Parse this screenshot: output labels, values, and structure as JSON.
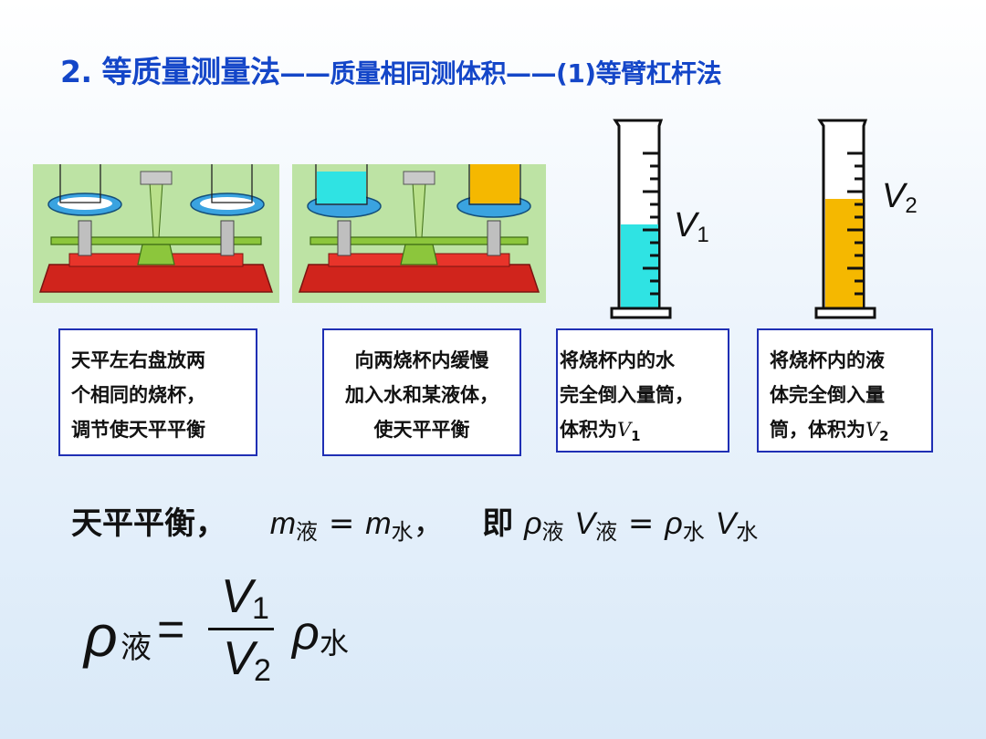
{
  "title": {
    "main": "2. 等质量测量法",
    "dash1": "——",
    "sub1": "质量相同测体积",
    "dash2": "——",
    "sub2": "(1)等臂杠杆法"
  },
  "cylinders": {
    "left_label": "V",
    "left_sub": "1",
    "right_label": "V",
    "right_sub": "2"
  },
  "steps": [
    {
      "lines": [
        "天平左右盘放两",
        "个相同的烧杯，",
        "调节使天平平衡"
      ]
    },
    {
      "lines": [
        "向两烧杯内缓慢",
        "加入水和某液体，",
        "使天平平衡"
      ]
    },
    {
      "lines": [
        "将烧杯内的水",
        "完全倒入量筒，",
        "体积为"
      ],
      "var": "V",
      "var_sub": "1"
    },
    {
      "lines": [
        "将烧杯内的液",
        "体完全倒入量",
        "筒，体积为"
      ],
      "var": "V",
      "var_sub": "2"
    }
  ],
  "equation": {
    "prefix": "天平平衡，",
    "m": "m",
    "liquid": "液",
    "eq": "=",
    "water": "水",
    "comma": "，",
    "ji": "即",
    "rho": "ρ",
    "V": "V"
  },
  "formula": {
    "rho": "ρ",
    "liquid": "液",
    "eq": "=",
    "num": "V",
    "num_sub": "1",
    "den": "V",
    "den_sub": "2",
    "water": "水"
  },
  "colors": {
    "title": "#1446c8",
    "box_border": "#1f2fb4",
    "water": "#2fe3e3",
    "liquid": "#f5b800",
    "scene_bg": "#bde3a4",
    "balance_base": "#d0241c",
    "balance_arm": "#8cc63c"
  }
}
